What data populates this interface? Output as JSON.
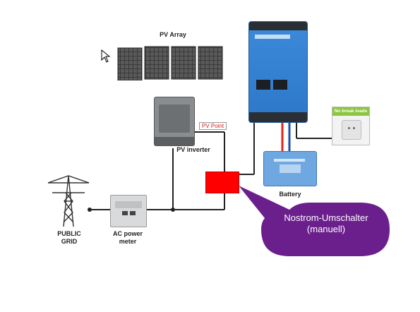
{
  "labels": {
    "pv_array": "PV Array",
    "pv_point": "PV Point",
    "pv_inverter": "PV inverter",
    "no_break_loads": "No break loads",
    "battery": "Battery",
    "public_grid_l1": "PUBLIC",
    "public_grid_l2": "GRID",
    "ac_meter_l1": "AC power",
    "ac_meter_l2": "meter",
    "callout_l1": "Nostrom-Umschalter",
    "callout_l2": "(manuell)"
  },
  "colors": {
    "victron_blue": "#2d77c9",
    "switch_red": "#ff0000",
    "callout_purple": "#6b1f8c",
    "loads_green": "#8cc63f",
    "wire_dark": "#222222"
  }
}
